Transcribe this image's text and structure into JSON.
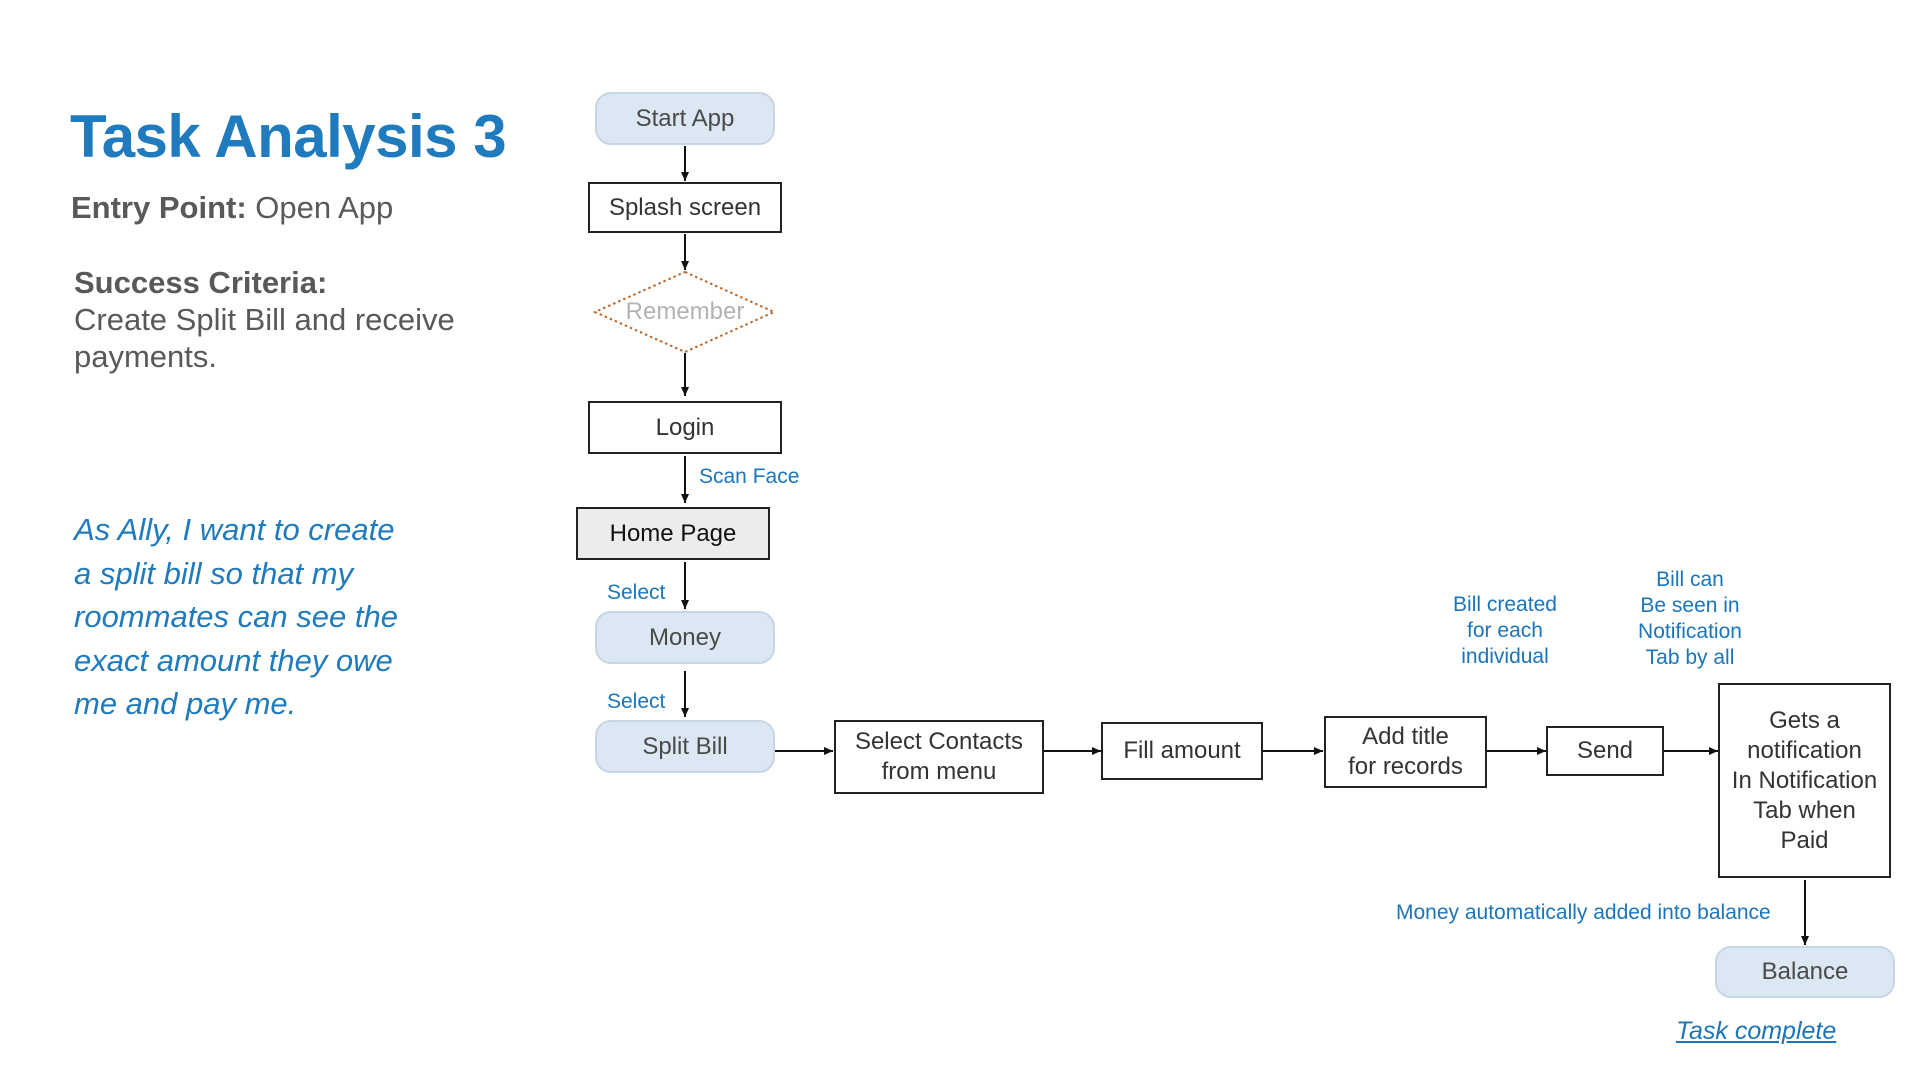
{
  "slide": {
    "title": "Task Analysis 3",
    "entry_label": "Entry Point:",
    "entry_value": " Open App",
    "criteria_label": "Success Criteria:",
    "criteria_value": "Create Split Bill and receive payments.",
    "story": "As Ally, I want to create a split bill so that my roommates can see the exact amount they owe me and pay me."
  },
  "flow": {
    "nodes": {
      "start_app": "Start App",
      "splash": "Splash screen",
      "remember": "Remember",
      "login": "Login",
      "home": "Home Page",
      "money": "Money",
      "split_bill": "Split Bill",
      "select_contacts": "Select Contacts\nfrom menu",
      "fill_amount": "Fill amount",
      "add_title": "Add title\nfor records",
      "send": "Send",
      "notification": "Gets a\nnotification\nIn Notification\nTab when\nPaid",
      "balance": "Balance"
    },
    "edge_labels": {
      "scan_face": "Scan Face",
      "select_money": "Select",
      "select_split": "Select",
      "bill_created": "Bill created\nfor each\nindividual",
      "bill_seen": "Bill can\nBe seen in\nNotification\nTab by all",
      "money_added": "Money automatically added into balance"
    },
    "status": "Task complete"
  },
  "colors": {
    "title": "#1f7bbd",
    "terminal_fill": "#dbe7f2",
    "label": "#1b75bb",
    "decision_border": "#b8672b"
  }
}
